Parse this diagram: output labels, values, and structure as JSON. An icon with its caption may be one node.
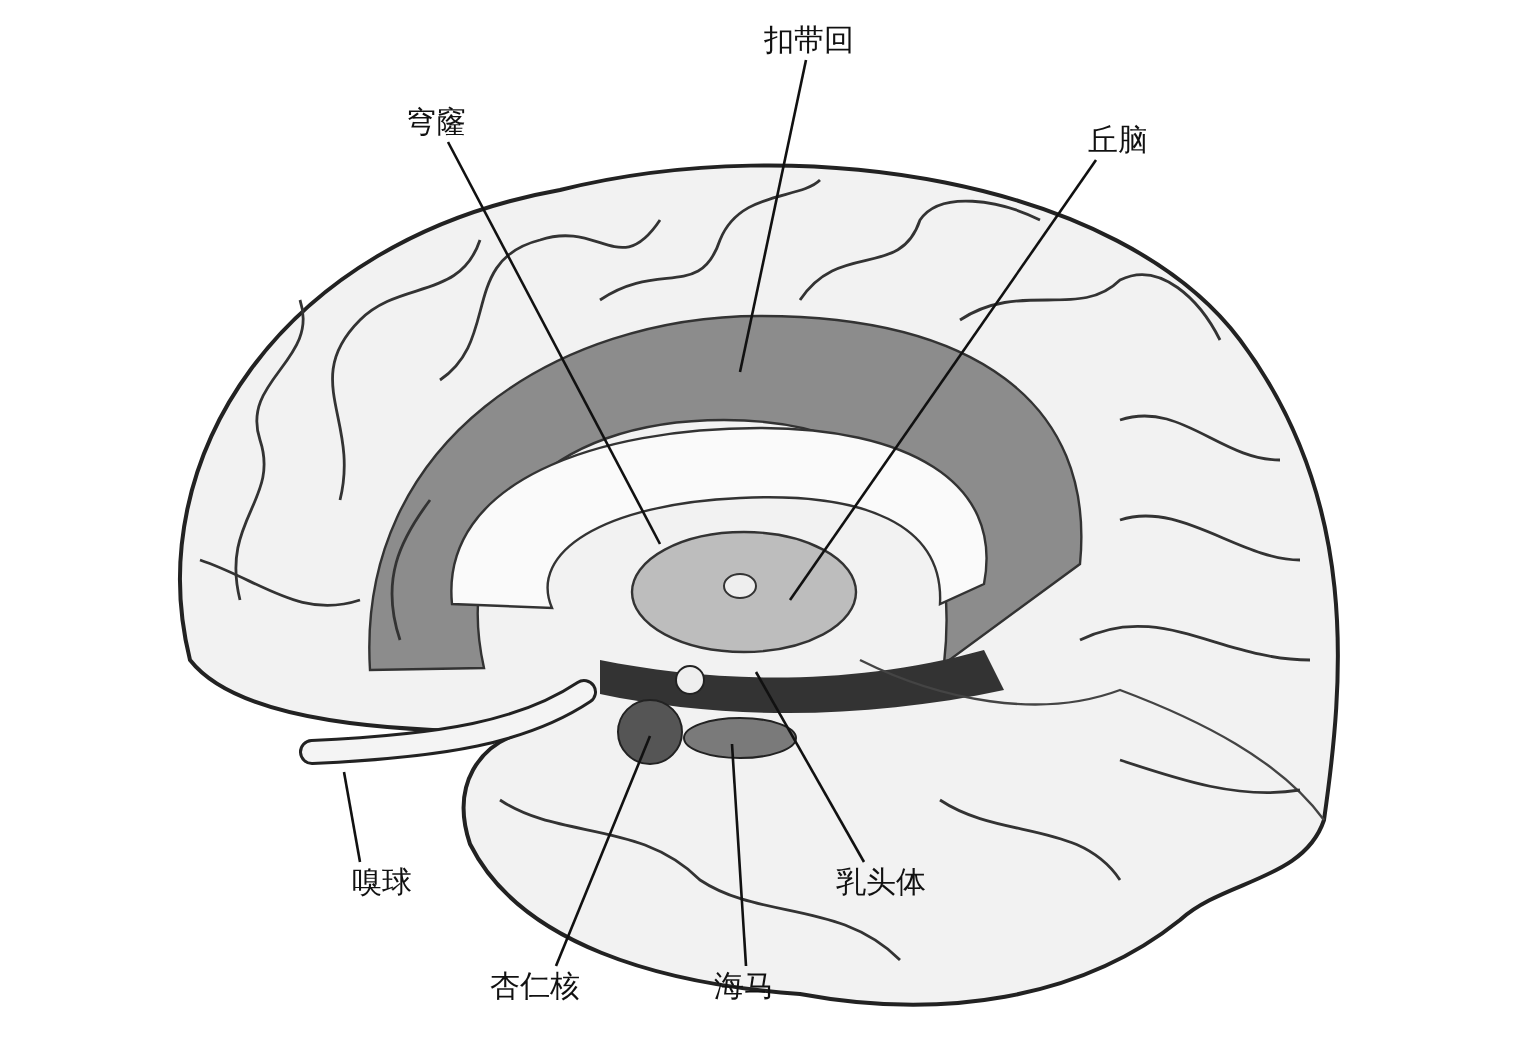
{
  "diagram": {
    "nodes": [
      {
        "text": [
          "扣带回"
        ]
      },
      {
        "text": [
          "穹窿"
        ]
      },
      {
        "text": [
          "丘脑"
        ]
      },
      {
        "text": [
          "嗅球"
        ]
      },
      {
        "text": [
          "乳头体"
        ]
      },
      {
        "text": [
          "杏仁核"
        ]
      },
      {
        "text": [
          "海马"
        ]
      }
    ],
    "edges": [
      {
        "from": 0,
        "to": null,
        "arrow": "none"
      },
      {
        "from": 1,
        "to": null,
        "arrow": "none"
      },
      {
        "from": 2,
        "to": null,
        "arrow": "none"
      },
      {
        "from": 3,
        "to": null,
        "arrow": "none"
      },
      {
        "from": 4,
        "to": null,
        "arrow": "none"
      },
      {
        "from": 5,
        "to": null,
        "arrow": "none"
      },
      {
        "from": 6,
        "to": null,
        "arrow": "none"
      }
    ]
  }
}
